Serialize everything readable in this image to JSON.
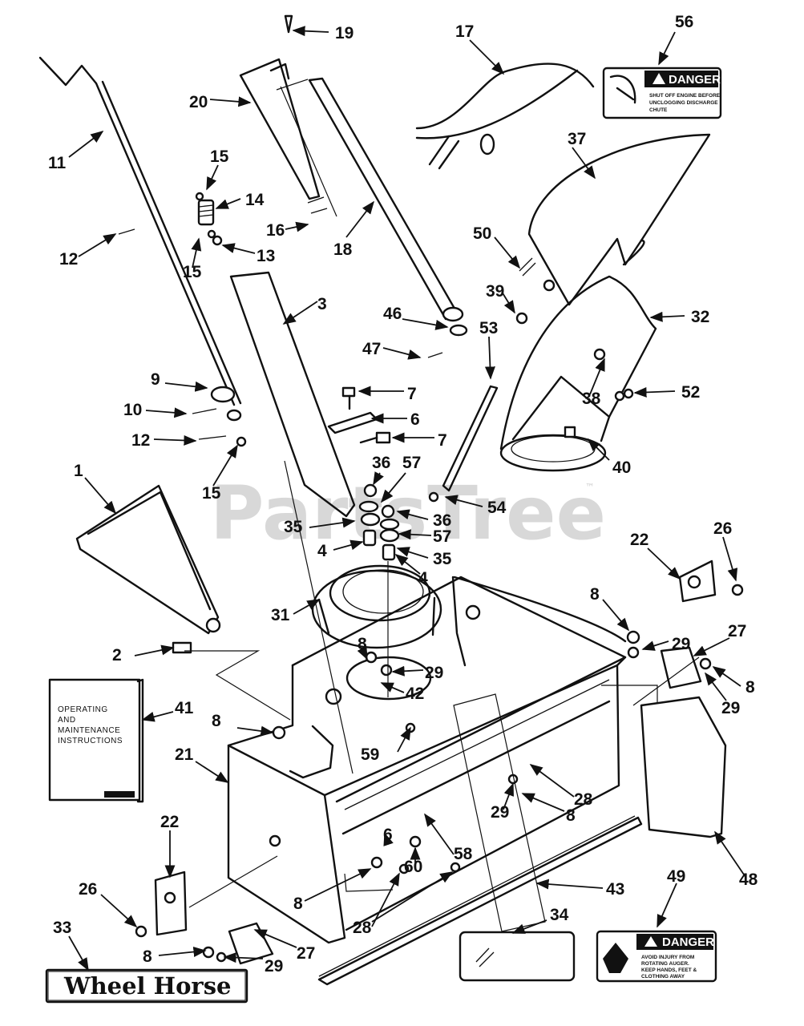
{
  "watermark": "PartsTree",
  "watermark_tm": "™",
  "manual": {
    "lines": [
      "OPERATING",
      "AND",
      "MAINTENANCE",
      "INSTRUCTIONS"
    ]
  },
  "decal_top": {
    "header": "DANGER",
    "lines": [
      "SHUT OFF ENGINE BEFORE",
      "UNCLOGGING DISCHARGE",
      "CHUTE"
    ]
  },
  "decal_bottom": {
    "header": "DANGER",
    "lines": [
      "AVOID INJURY FROM",
      "ROTATING  AUGER.",
      "KEEP HANDS, FEET &",
      "CLOTHING     AWAY"
    ]
  },
  "brand_plate": "Wheel Horse",
  "callouts": [
    "19",
    "56",
    "17",
    "20",
    "11",
    "15",
    "14",
    "16",
    "12",
    "13",
    "15",
    "18",
    "50",
    "37",
    "3",
    "46",
    "39",
    "32",
    "47",
    "53",
    "9",
    "7",
    "38",
    "52",
    "10",
    "6",
    "12",
    "7",
    "40",
    "36",
    "57",
    "15",
    "54",
    "1",
    "35",
    "36",
    "57",
    "4",
    "35",
    "4",
    "22",
    "26",
    "31",
    "8",
    "2",
    "29",
    "27",
    "8",
    "29",
    "29",
    "42",
    "8",
    "8",
    "41",
    "21",
    "59",
    "28",
    "22",
    "29",
    "8",
    "6",
    "58",
    "60",
    "48",
    "43",
    "8",
    "28",
    "26",
    "49",
    "34",
    "33",
    "8",
    "29",
    "27"
  ]
}
